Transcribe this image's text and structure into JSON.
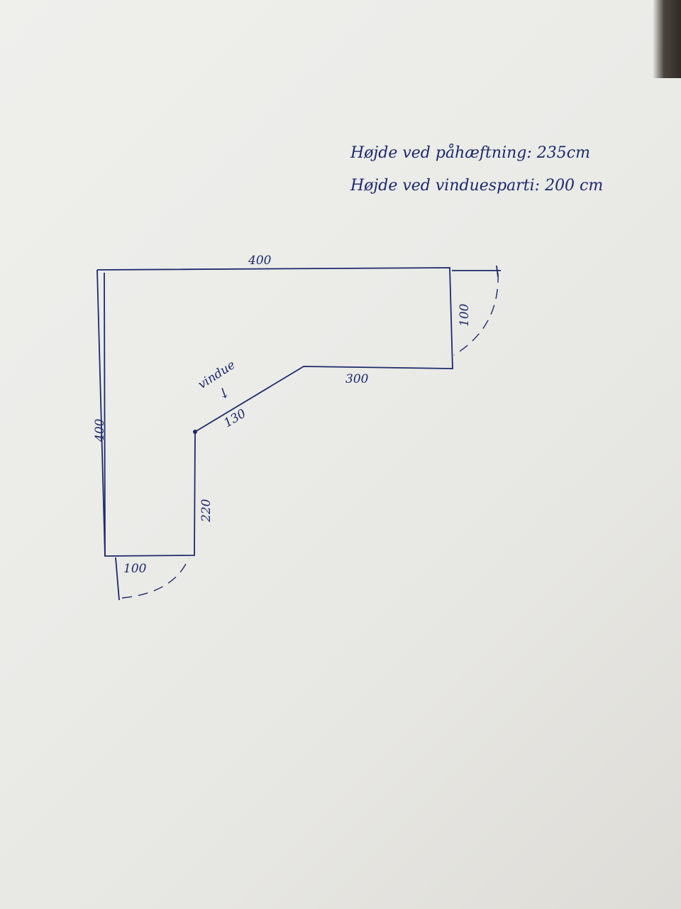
{
  "notes": {
    "line1": "Højde ved påhæftning: 235cm",
    "line2": "Højde ved vinduesparti: 200 cm"
  },
  "dimensions": {
    "top": "400",
    "left": "400",
    "right_short": "100",
    "inner_horizontal": "300",
    "diagonal": "130",
    "inner_vertical": "220",
    "bottom": "100"
  },
  "annotations": {
    "window": "vindue",
    "arrow": "↓"
  },
  "colors": {
    "ink": "#1d2a6b",
    "paper": "#ecece9"
  }
}
